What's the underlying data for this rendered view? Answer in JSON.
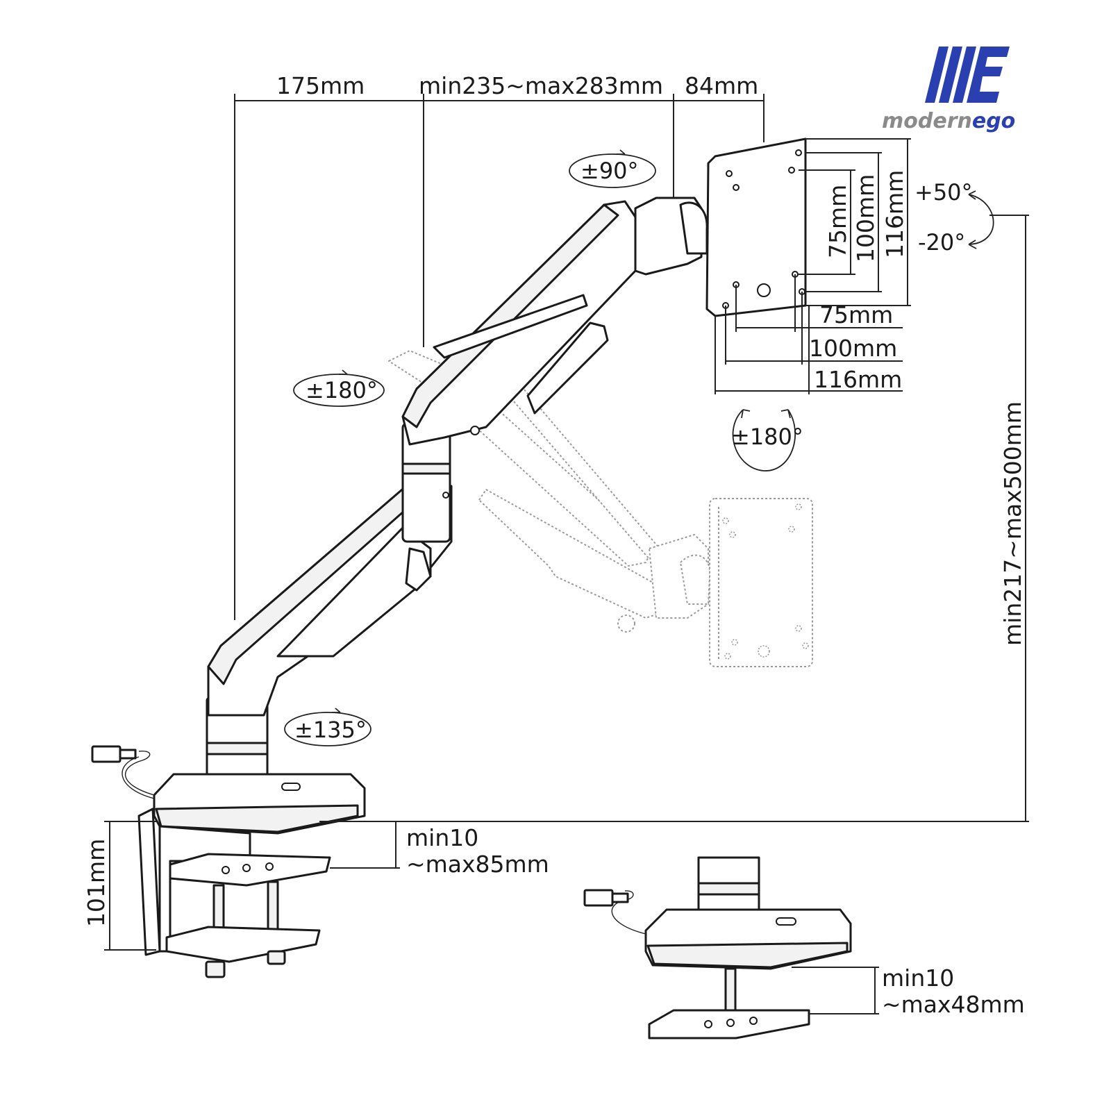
{
  "logo": {
    "text_part1": "modern",
    "text_part2": "ego",
    "color_primary": "#2a3fb0",
    "color_secondary": "#8a8a8a"
  },
  "dimensions": {
    "top_left_span": "175mm",
    "top_middle_span": "min235~max283mm",
    "top_right_span": "84mm",
    "vesa_vertical_inner": "75mm",
    "vesa_vertical_mid": "100mm",
    "vesa_vertical_outer": "116mm",
    "vesa_horizontal_inner": "75mm",
    "vesa_horizontal_mid": "100mm",
    "vesa_horizontal_outer": "116mm",
    "height_range": "min217~max500mm",
    "clamp_height": "101mm",
    "clamp_thickness_line1": "min10",
    "clamp_thickness_line2": "~max85mm",
    "grommet_thickness_line1": "min10",
    "grommet_thickness_line2": "~max48mm"
  },
  "rotations": {
    "head_swivel": "±90°",
    "tilt_up": "+50°",
    "tilt_down": "-20°",
    "arm_joint": "±180°",
    "panel_rotate": "±180°",
    "base_swivel": "±135°"
  }
}
